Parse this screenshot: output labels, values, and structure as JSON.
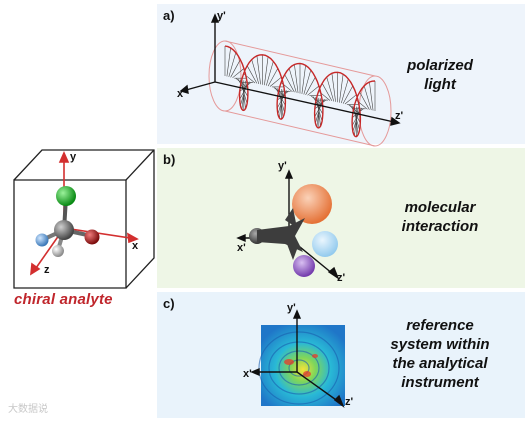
{
  "left": {
    "caption": "chiral analyte",
    "axes": {
      "y": "y",
      "x": "x",
      "z": "z"
    }
  },
  "panels": [
    {
      "id": "a",
      "label": "a)",
      "text_lines": [
        "polarized",
        "light"
      ],
      "axes": {
        "y": "y'",
        "x": "x'",
        "z": "z'"
      }
    },
    {
      "id": "b",
      "label": "b)",
      "text_lines": [
        "molecular",
        "interaction"
      ],
      "axes": {
        "y": "y'",
        "x": "x'",
        "z": "z'"
      }
    },
    {
      "id": "c",
      "label": "c)",
      "text_lines": [
        "reference",
        "system within",
        "the analytical",
        "instrument"
      ],
      "axes": {
        "y": "y'",
        "x": "x'",
        "z": "z'"
      }
    }
  ],
  "watermark": "大数据说",
  "colors": {
    "panel_a_bg": "#eef4fb",
    "panel_b_bg": "#eef6e6",
    "panel_c_bg": "#e9f3fb",
    "axis_red": "#d32f2f",
    "helix_red": "#c62828",
    "caption_red": "#c0262c"
  }
}
